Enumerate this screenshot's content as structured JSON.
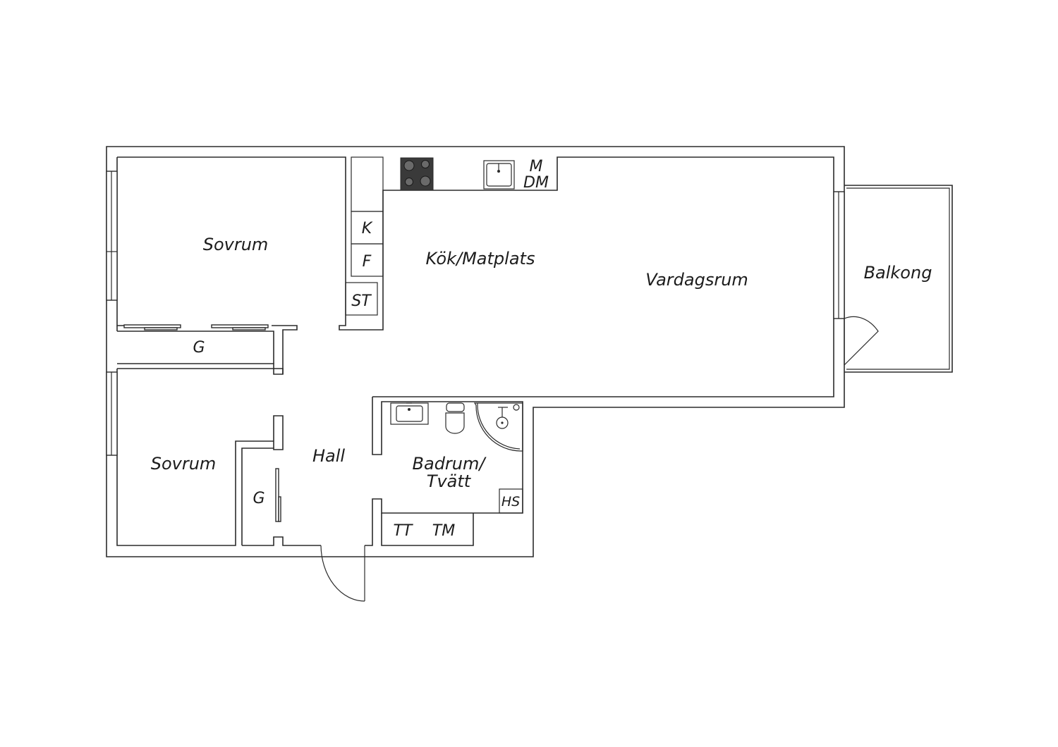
{
  "rooms": {
    "sovrum_top": "Sovrum",
    "kok_matplats": "Kök/Matplats",
    "vardagsrum": "Vardagsrum",
    "balkong": "Balkong",
    "garderob_top": "G",
    "sovrum_bottom": "Sovrum",
    "hall": "Hall",
    "garderob_hall": "G",
    "badrum_line1": "Badrum/",
    "badrum_line2": "Tvätt"
  },
  "fixtures": {
    "mikro": "M",
    "diskmaskin": "DM",
    "kyl": "K",
    "frys": "F",
    "stadskap": "ST",
    "hogskap": "HS",
    "torktumlare": "TT",
    "tvattmaskin": "TM"
  },
  "colors": {
    "line": "#2b2b2b",
    "stove": "#3a3a3a"
  }
}
